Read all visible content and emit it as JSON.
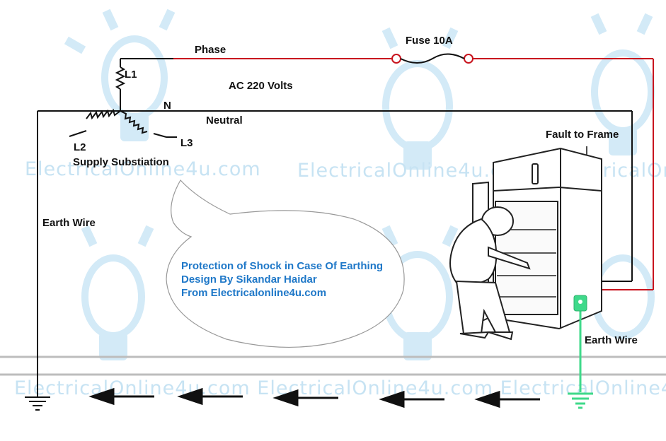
{
  "watermark": {
    "text": "ElectricalOnline4u.com",
    "bottom_text": "ElectricalOnline4u.com ElectricalOnline4u.com ElectricalOnline4u.com",
    "color": "#c7e3f3"
  },
  "labels": {
    "phase": "Phase",
    "fuse": "Fuse 10A",
    "ac_volts": "AC 220 Volts",
    "l1": "L1",
    "l2": "L2",
    "l3": "L3",
    "n": "N",
    "neutral": "Neutral",
    "supply": "Supply Substiation",
    "earth_wire_left": "Earth Wire",
    "earth_wire_right": "Earth Wire",
    "fault": "Fault to Frame"
  },
  "bubble": {
    "line1": "Protection of Shock in Case Of Earthing",
    "line2": "Design By Sikandar Haidar",
    "line3": "From Electricalonline4u.com"
  },
  "colors": {
    "phase_wire": "#c8141e",
    "neutral_wire": "#111111",
    "earth_wire": "#3fd98a",
    "text_blue": "#1f78c8",
    "ground_lines": "#bdbdbd"
  },
  "icons": [
    "fuse-icon",
    "transformer-coil-icon",
    "ground-icon",
    "arrow-left-icon",
    "refrigerator-icon",
    "person-icon",
    "lightbulb-watermark-icon"
  ]
}
